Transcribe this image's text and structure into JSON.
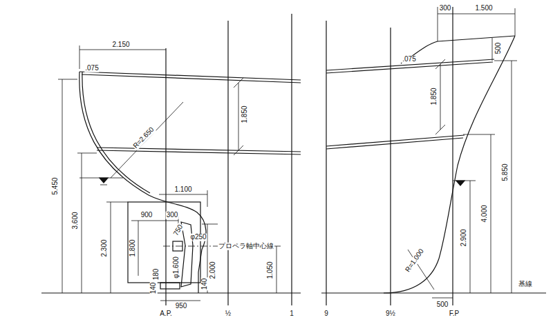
{
  "diagram": {
    "labels": [
      "2.150",
      ".075",
      "1.850",
      "R=2.650",
      "5.450",
      "3.600",
      "2.300",
      "1.100",
      "900",
      "300",
      "1.800",
      "750",
      "φ250",
      "プロペラ軸中心線",
      "φ1.600",
      "2.000",
      "1.050",
      "180",
      "140",
      "140",
      "950",
      "A.P.",
      "½",
      "1",
      "300",
      "1.500",
      ".075",
      "500",
      "1.850",
      "5.850",
      "4.000",
      "2.900",
      "R=1.000",
      "基線",
      "9",
      "9½",
      "F.P",
      "500"
    ]
  }
}
